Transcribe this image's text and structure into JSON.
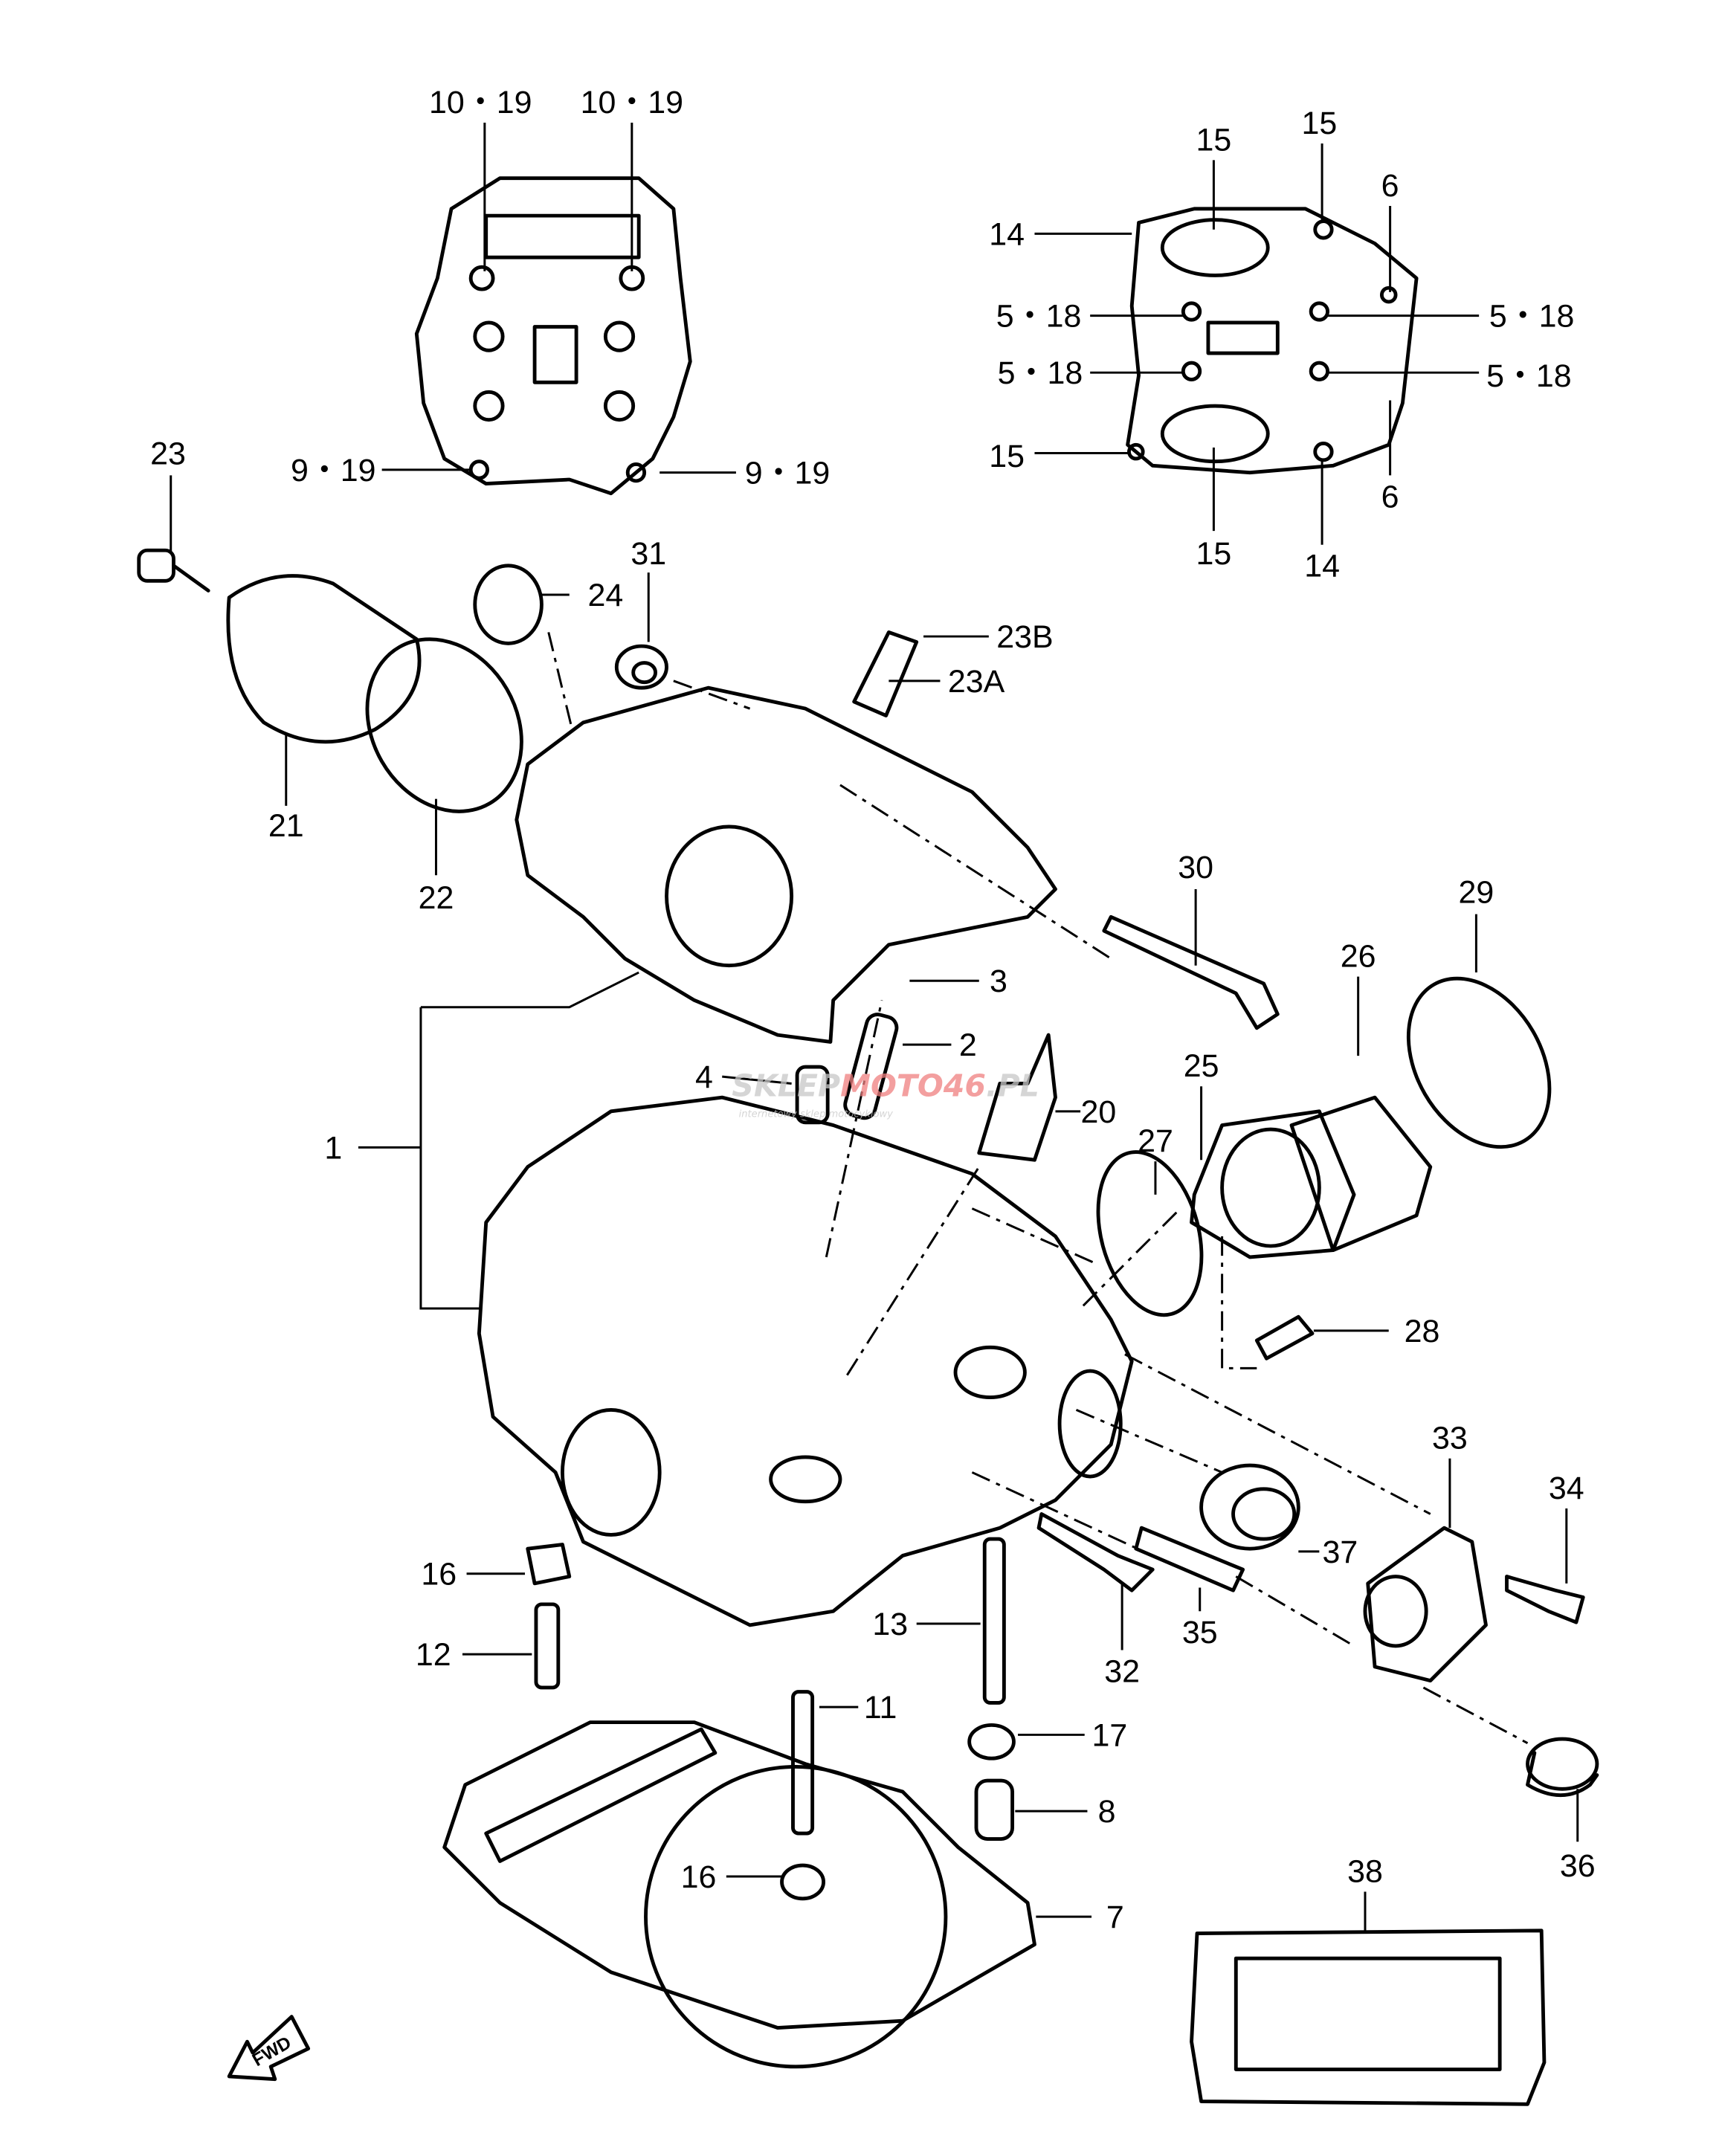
{
  "labels": [
    "10・19",
    "10・19",
    "9・19",
    "9・19",
    "23",
    "24",
    "31",
    "23B",
    "23A",
    "21",
    "22",
    "15",
    "15",
    "6",
    "14",
    "5・18",
    "5・18",
    "5・18",
    "5・18",
    "15",
    "6",
    "15",
    "14",
    "30",
    "29",
    "26",
    "3",
    "2",
    "4",
    "20",
    "25",
    "27",
    "1",
    "28",
    "33",
    "34",
    "37",
    "16",
    "12",
    "13",
    "32",
    "35",
    "11",
    "17",
    "8",
    "16",
    "7",
    "36",
    "38"
  ],
  "fwd_label": "FWD",
  "watermark": {
    "brand_a": "SKLEP",
    "brand_b": "MOTO46",
    ".pl": ".PL",
    "tagline": "internetowy sklep motocyklowy"
  },
  "colors": {
    "line": "#000000",
    "watermark_gray": "#c8c8c8",
    "watermark_red": "#f08080"
  }
}
